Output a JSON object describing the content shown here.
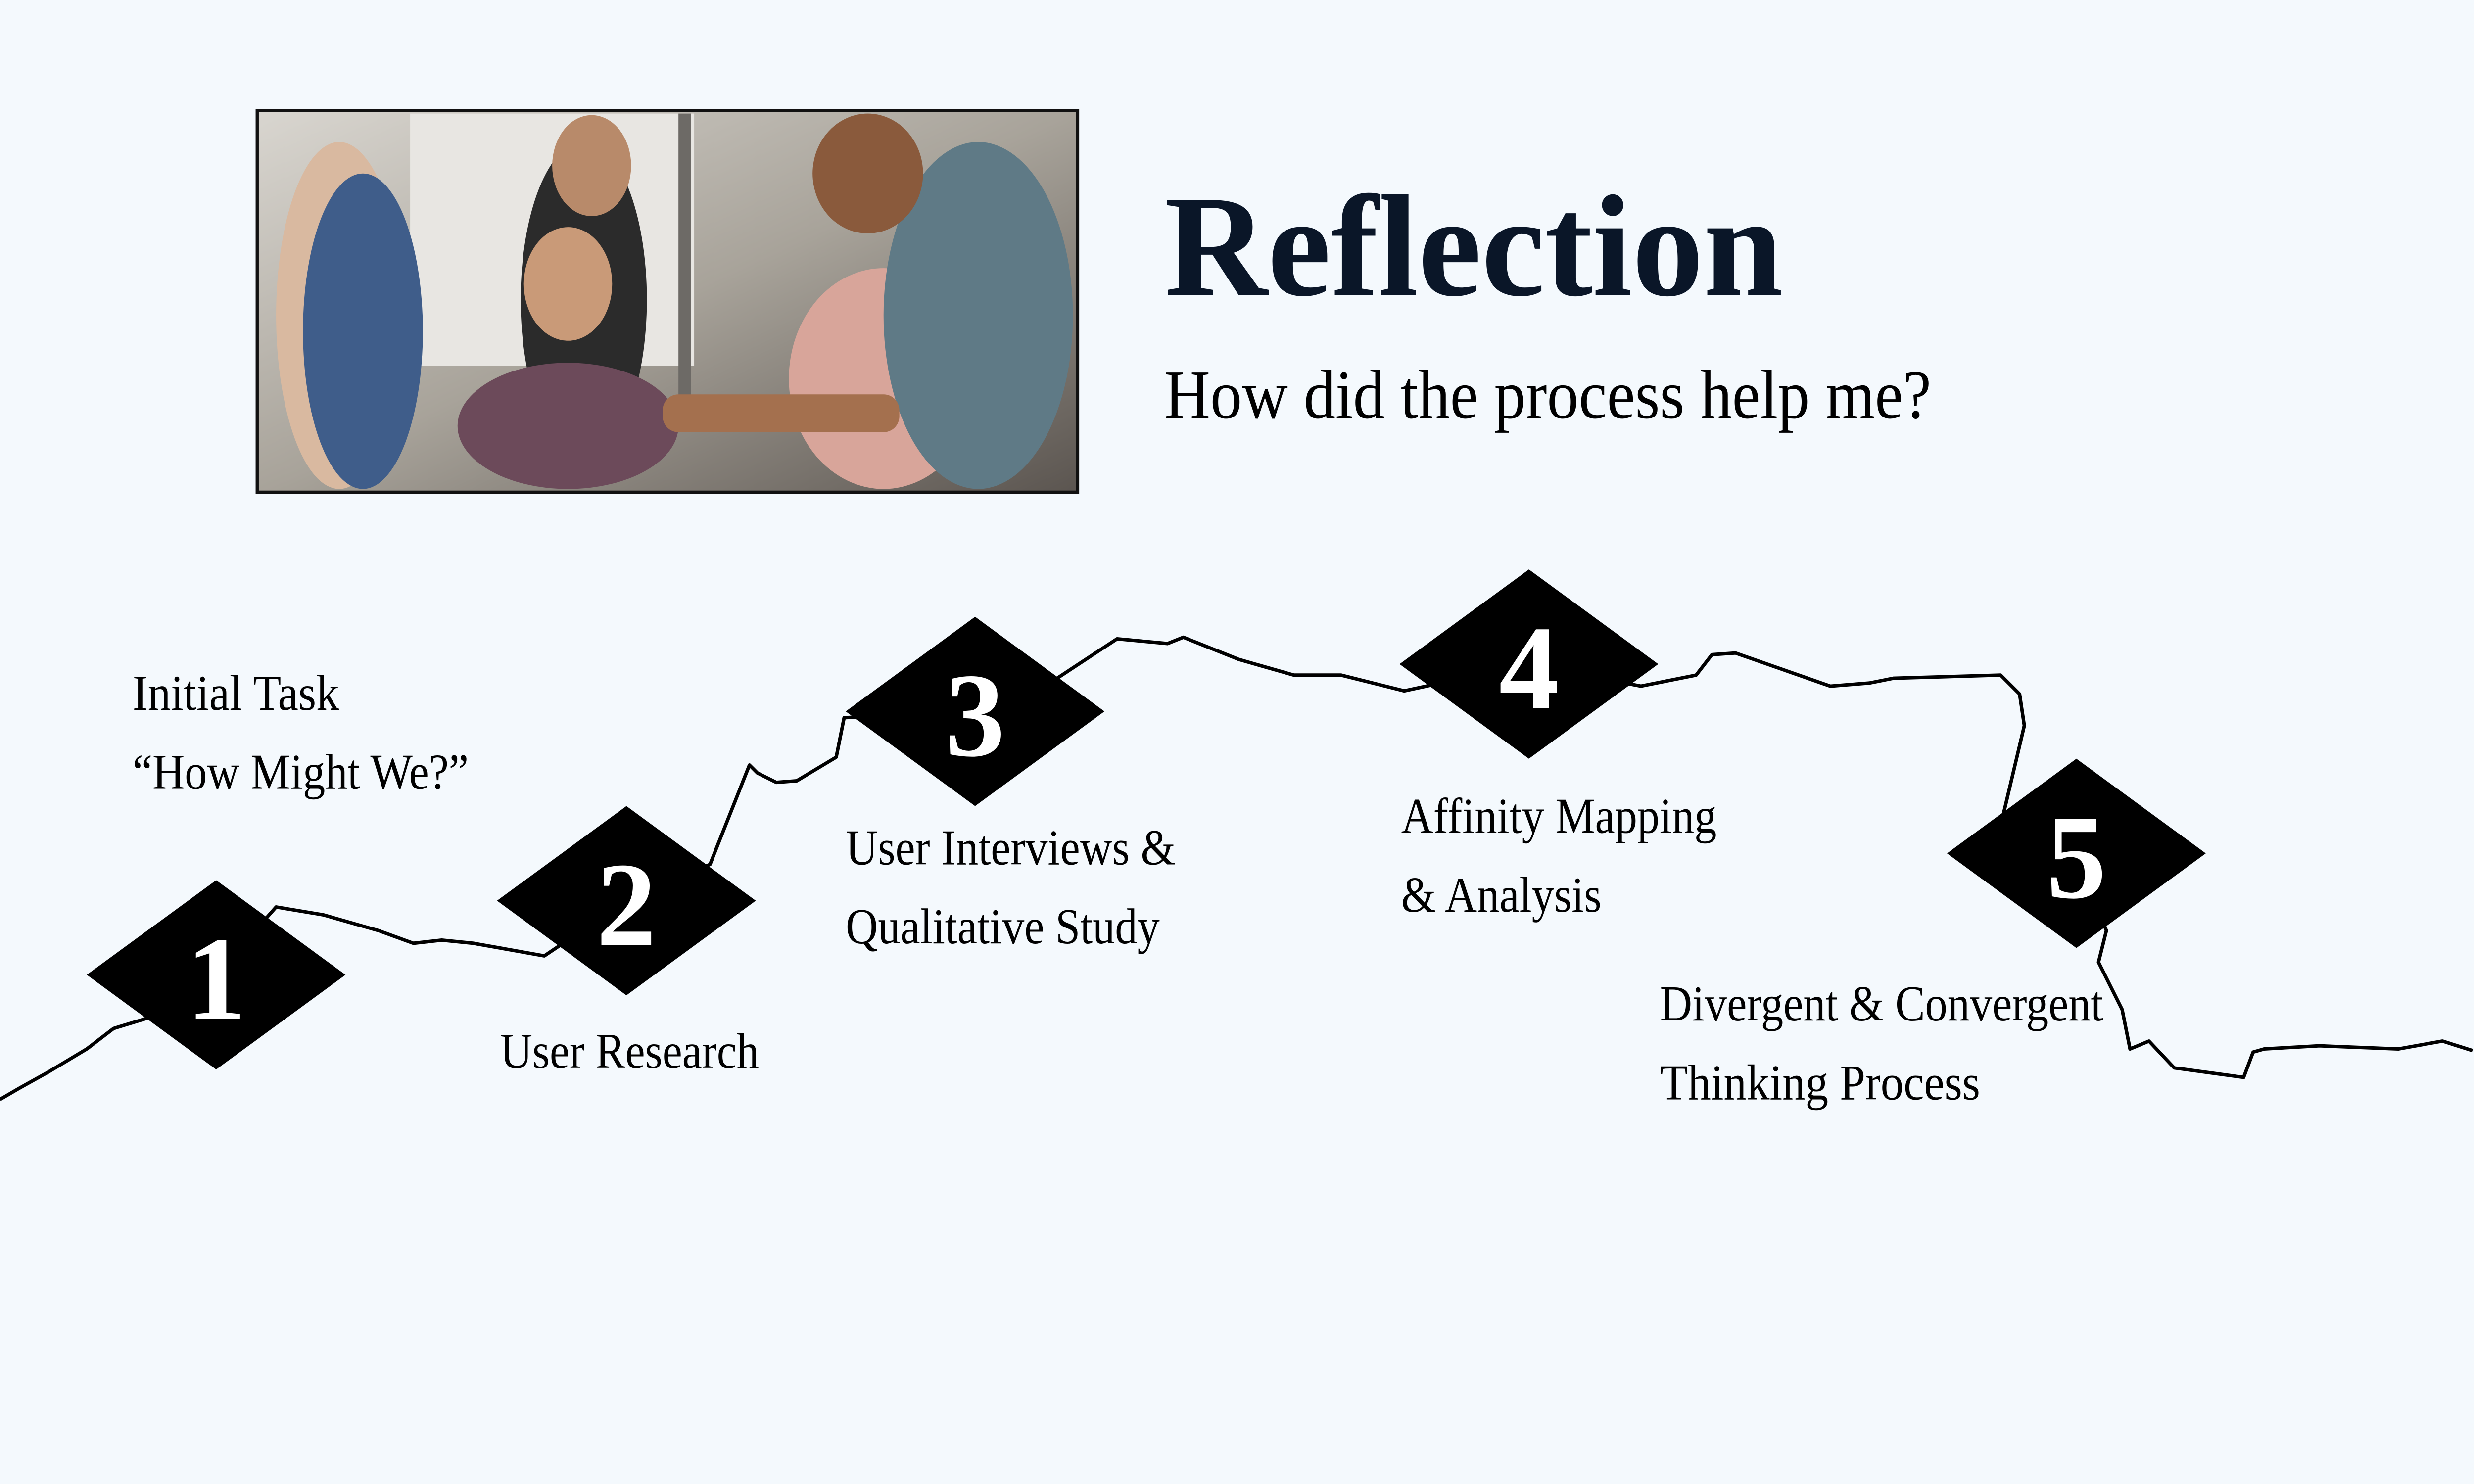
{
  "header": {
    "title": "Reflection",
    "subtitle": "How did the process help me?"
  },
  "photo": {
    "description_icon": "photo-image"
  },
  "steps": [
    {
      "number": "1",
      "lines": [
        "Initial Task",
        "“How Might We?”"
      ]
    },
    {
      "number": "2",
      "lines": [
        "User Research"
      ]
    },
    {
      "number": "3",
      "lines": [
        "User Interviews &",
        "Qualitative Study"
      ]
    },
    {
      "number": "4",
      "lines": [
        "Affinity Mapping",
        "& Analysis"
      ]
    },
    {
      "number": "5",
      "lines": [
        "Divergent & Convergent",
        "Thinking Process"
      ]
    }
  ],
  "colors": {
    "background": "#f4f9fd",
    "title": "#0a1628",
    "marker": "#000000"
  }
}
